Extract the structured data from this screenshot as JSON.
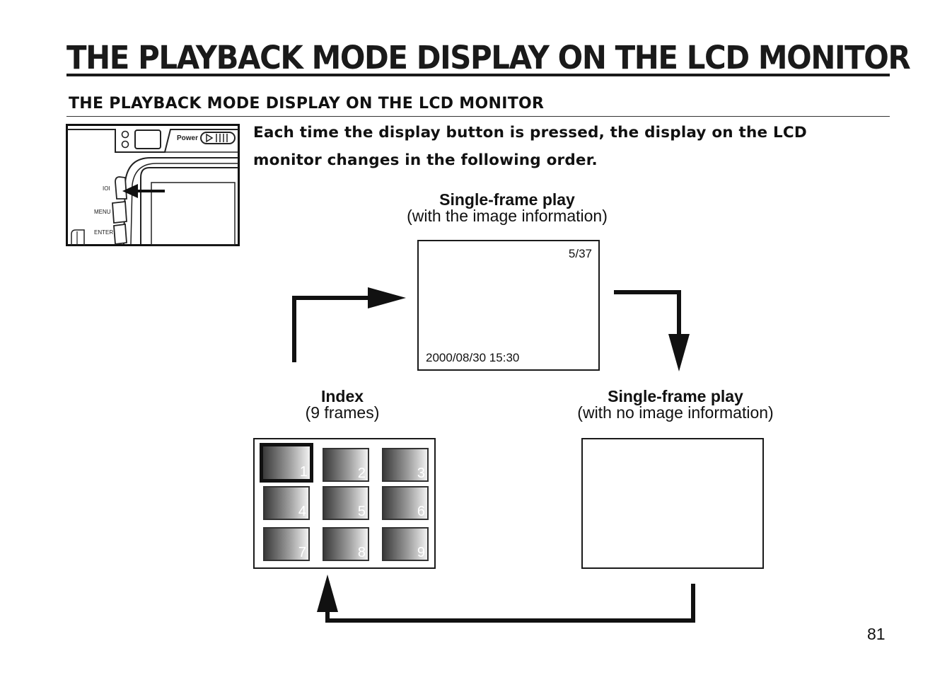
{
  "page": {
    "title": "THE PLAYBACK MODE DISPLAY ON THE LCD MONITOR",
    "section_heading": "THE PLAYBACK MODE DISPLAY ON THE LCD MONITOR",
    "intro_line_1": "Each time the display button is pressed, the display on the LCD",
    "intro_line_2": "monitor changes in the following order.",
    "page_number": "81"
  },
  "camera": {
    "power_label": "Power",
    "display_button_label": "IOI",
    "menu_label": "MENU",
    "enter_label": "ENTER"
  },
  "modes": {
    "info": {
      "title": "Single-frame play",
      "subtitle": "(with the image information)",
      "frame_counter": "5/37",
      "datetime": "2000/08/30 15:30"
    },
    "noinfo": {
      "title": "Single-frame play",
      "subtitle": "(with no image information)"
    },
    "index": {
      "title": "Index",
      "subtitle": "(9 frames)",
      "selected": 1,
      "thumbs": [
        "1",
        "2",
        "3",
        "4",
        "5",
        "6",
        "7",
        "8",
        "9"
      ]
    }
  }
}
